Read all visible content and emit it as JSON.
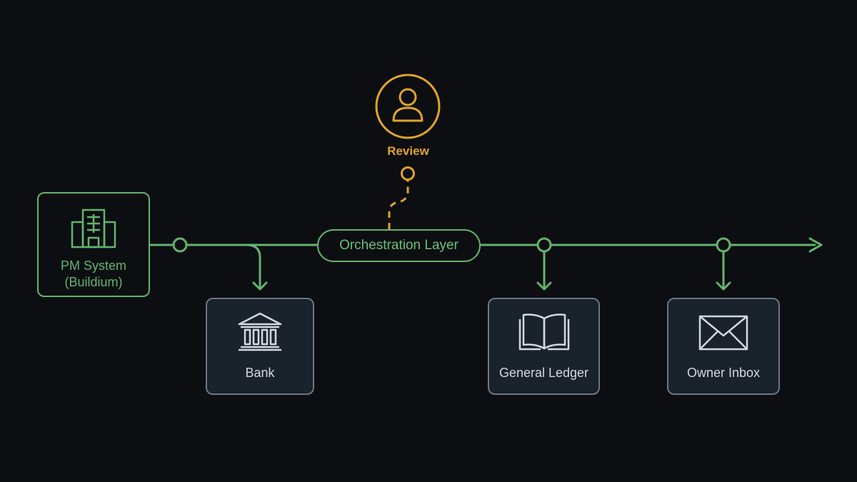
{
  "colors": {
    "background": "#0c0e12",
    "flow": "#63b46d",
    "review": "#e0a528",
    "box_border": "#6b7785",
    "box_fill": "#1a222b",
    "box_text": "#d3d9e0"
  },
  "source": {
    "label_line1": "PM System",
    "label_line2": "(Buildium)",
    "icon": "office-building-icon"
  },
  "orchestration": {
    "label": "Orchestration Layer"
  },
  "review": {
    "label": "Review",
    "icon": "person-icon"
  },
  "destinations": [
    {
      "label": "Bank",
      "icon": "bank-icon"
    },
    {
      "label": "General Ledger",
      "icon": "open-book-icon"
    },
    {
      "label": "Owner Inbox",
      "icon": "envelope-icon"
    }
  ]
}
